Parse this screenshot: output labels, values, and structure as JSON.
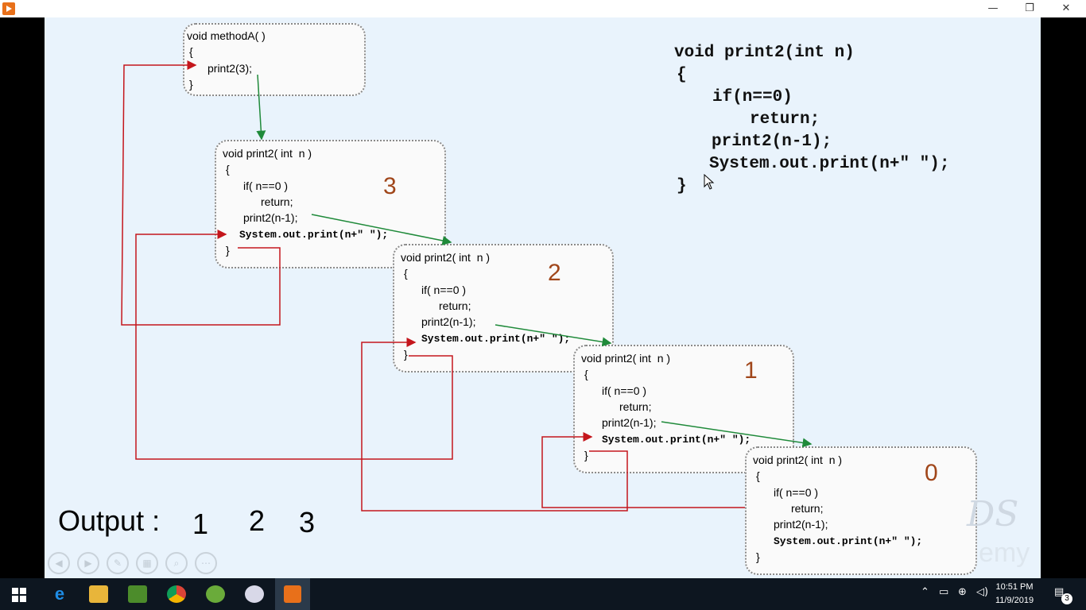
{
  "window": {
    "minimize": "—",
    "restore": "❐",
    "close": "✕"
  },
  "method_a": {
    "lines": [
      "void methodA( )",
      "{",
      "print2(3);",
      "}"
    ]
  },
  "frames": [
    {
      "lines": [
        "void print2( int  n )",
        "{",
        "if( n==0 )",
        "return;",
        "print2(n-1);",
        "System.out.print(n+\" \");",
        "}"
      ],
      "value": "3"
    },
    {
      "lines": [
        "void print2( int  n )",
        "{",
        "if( n==0 )",
        "return;",
        "print2(n-1);",
        "System.out.print(n+\" \");",
        "}"
      ],
      "value": "2"
    },
    {
      "lines": [
        "void print2( int  n )",
        "{",
        "if( n==0 )",
        "return;",
        "print2(n-1);",
        "System.out.print(n+\" \");",
        "}"
      ],
      "value": "1"
    },
    {
      "lines": [
        "void print2( int  n )",
        "{",
        "if( n==0 )",
        "return;",
        "print2(n-1);",
        "System.out.print(n+\" \");",
        "}"
      ],
      "value": "0"
    }
  ],
  "code": {
    "lines": [
      "void print2(int n)",
      "{",
      "if(n==0)",
      "return;",
      "print2(n-1);",
      "System.out.print(n+\" \");",
      "}"
    ]
  },
  "output": {
    "label": "Output :",
    "values": [
      "1",
      "2",
      "3"
    ]
  },
  "controls": [
    "previous",
    "next",
    "pen",
    "slides",
    "zoom",
    "more"
  ],
  "taskbar": {
    "time": "10:51 PM",
    "date": "11/9/2019",
    "notifications": "3"
  },
  "colors": {
    "call_arrow": "#1f8a3a",
    "return_arrow": "#c4161c",
    "value": "#a0461a"
  }
}
